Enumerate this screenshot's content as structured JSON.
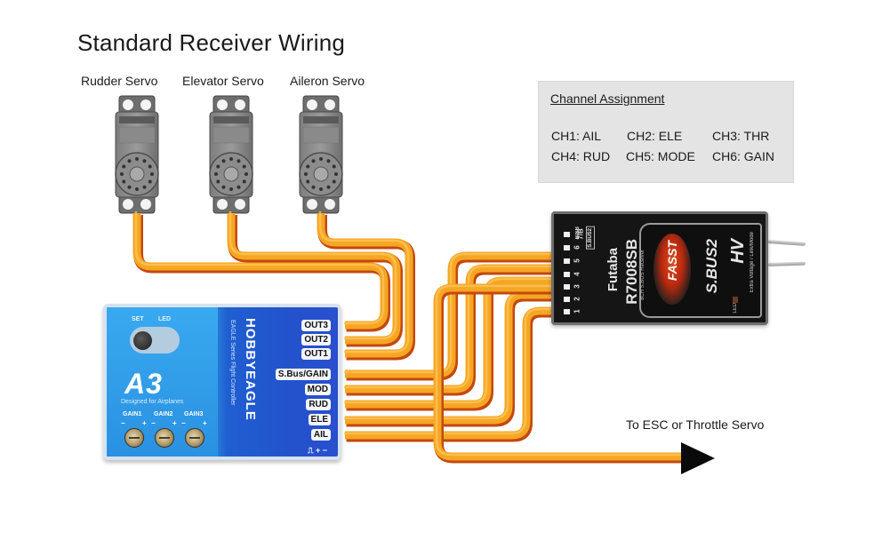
{
  "title": "Standard Receiver Wiring",
  "servos": [
    {
      "id": "rudder",
      "label": "Rudder Servo"
    },
    {
      "id": "elevator",
      "label": "Elevator Servo"
    },
    {
      "id": "aileron",
      "label": "Aileron Servo"
    }
  ],
  "channel_assignment": {
    "title": "Channel Assignment",
    "channels": [
      {
        "label": "CH1: AIL"
      },
      {
        "label": "CH2: ELE"
      },
      {
        "label": "CH3: THR"
      },
      {
        "label": "CH4: RUD"
      },
      {
        "label": "CH5: MODE"
      },
      {
        "label": "CH6: GAIN"
      }
    ]
  },
  "controller": {
    "brand": "HOBBYEAGLE",
    "series": "EAGLE Series Flight Controller",
    "model": "A3",
    "designed_for": "Designed for Airplanes",
    "set_label": "SET",
    "led_label": "LED",
    "gains": [
      {
        "label": "GAIN1",
        "minus": "−",
        "plus": "+"
      },
      {
        "label": "GAIN2",
        "minus": "−",
        "plus": "+"
      },
      {
        "label": "GAIN3",
        "minus": "−",
        "plus": "+"
      }
    ],
    "output_ports": [
      "OUT3",
      "OUT2",
      "OUT1"
    ],
    "input_ports": [
      "S.Bus/GAIN",
      "MOD",
      "RUD",
      "ELE",
      "AIL"
    ],
    "pin_legend": "⎍ + −"
  },
  "receiver": {
    "brand": "Futaba",
    "model": "R7008SB",
    "subtitle": "8CH S.BUS Receiver",
    "fasst": "FASST",
    "sbus2": "S.BUS2",
    "hv": "HV",
    "extra": "Extra Voltage / Link/Mode",
    "led": "LED",
    "sbus_tag": "S.BUS2",
    "b_sb": "B/SB",
    "pins": [
      "1",
      "2",
      "3",
      "4",
      "5",
      "6",
      "7/B"
    ]
  },
  "throttle_label": "To ESC or Throttle Servo",
  "colors": {
    "wire_signal": "#f5a623",
    "wire_shadow": "#c4480f",
    "background": "#ffffff",
    "channel_box": "#e4e4e4"
  }
}
